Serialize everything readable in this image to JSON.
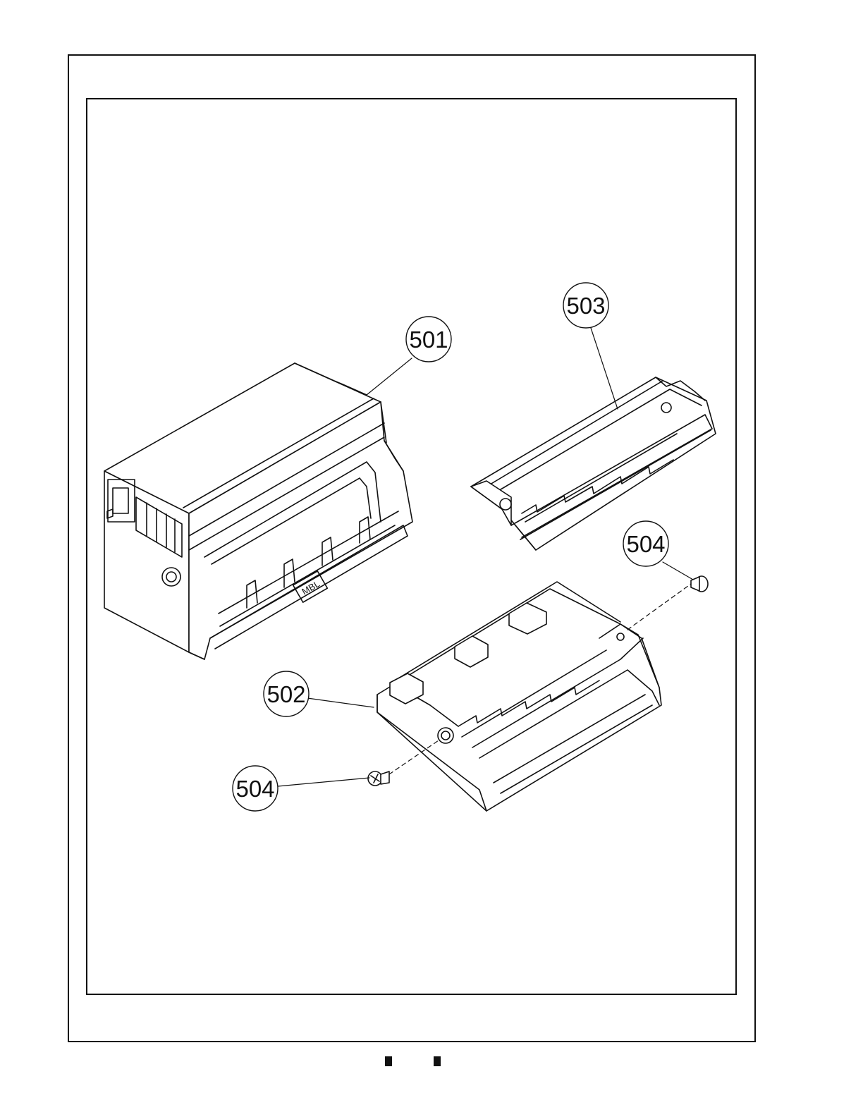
{
  "callouts": {
    "c501": "501",
    "c502": "502",
    "c503": "503",
    "c504_right": "504",
    "c504_left": "504"
  },
  "parts": {
    "p501_label": "MBL"
  },
  "colors": {
    "line": "#111111",
    "background": "#ffffff"
  }
}
